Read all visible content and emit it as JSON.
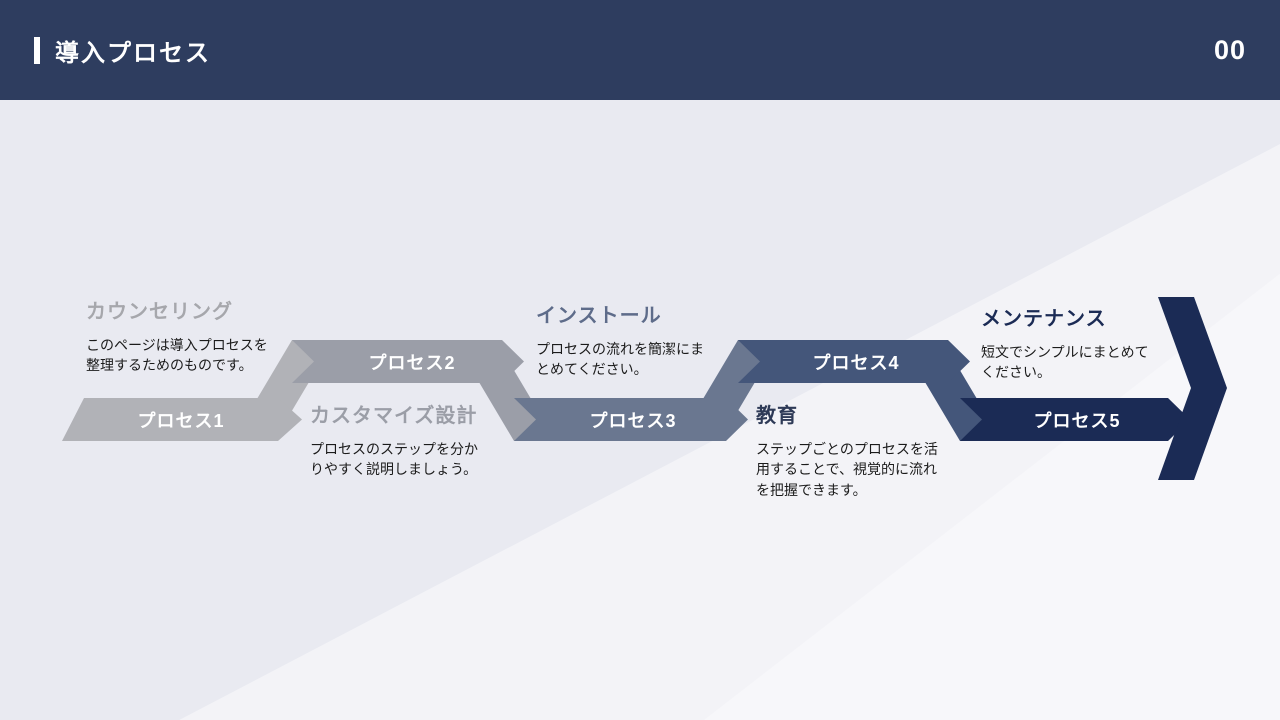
{
  "header": {
    "title": "導入プロセス",
    "page_number": "00"
  },
  "process": {
    "steps": [
      {
        "band_label": "プロセス1",
        "heading": "カウンセリング",
        "description": "このページは導入プロセスを\n整理するためのものです。",
        "row": "bottom",
        "color": "#b1b2b7",
        "heading_color": "#a6a7ac"
      },
      {
        "band_label": "プロセス2",
        "heading": "カスタマイズ設計",
        "description": "プロセスのステップを分か\nりやすく説明しましょう。",
        "row": "top",
        "color": "#9b9ea8",
        "heading_color": "#9b9ea7"
      },
      {
        "band_label": "プロセス3",
        "heading": "インストール",
        "description": "プロセスの流れを簡潔にま\nとめてください。",
        "row": "bottom",
        "color": "#6a7790",
        "heading_color": "#5e6c8a"
      },
      {
        "band_label": "プロセス4",
        "heading": "教育",
        "description": "ステップごとのプロセスを活\n用することで、視覚的に流れ\nを把握できます。",
        "row": "top",
        "color": "#44567a",
        "heading_color": "#2e3a57"
      },
      {
        "band_label": "プロセス5",
        "heading": "メンテナンス",
        "description": "短文でシンプルにまとめて\nください。",
        "row": "bottom",
        "color": "#1b2b55",
        "heading_color": "#1b2b55"
      }
    ]
  },
  "colors": {
    "header_bg": "#2e3d5f",
    "body_bg": "#e9eaf1",
    "band_label_text": "#ffffff",
    "body_text": "#1b1b1b"
  }
}
